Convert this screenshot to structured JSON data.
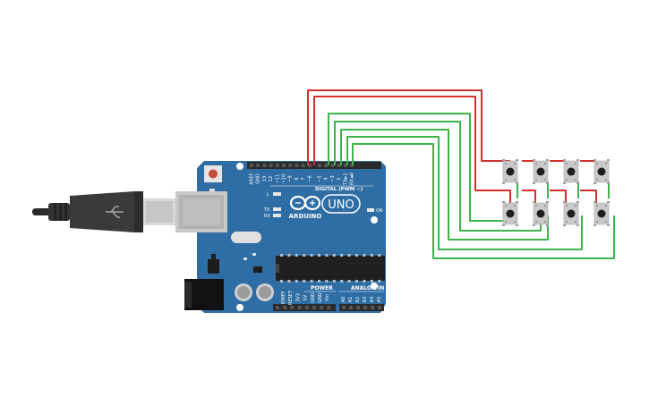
{
  "board": {
    "brand": "ARDUINO",
    "model": "UNO",
    "digital_header_label": "DIGITAL (PWM ~)",
    "power_label": "POWER",
    "analog_label": "ANALOG IN",
    "on_led_label": "ON",
    "led_labels": [
      "L",
      "TX",
      "RX"
    ],
    "digital_pins": [
      "AREF",
      "GND",
      "13",
      "12",
      "~11",
      "~10",
      "~9",
      "8",
      "7",
      "~6",
      "~5",
      "4",
      "~3",
      "2",
      "TX►1",
      "RX◄0"
    ],
    "power_pins": [
      "IOREF",
      "RESET",
      "3V3",
      "5V",
      "GND",
      "GND",
      "Vin"
    ],
    "analog_pins": [
      "A0",
      "A1",
      "A2",
      "A3",
      "A4",
      "A5"
    ],
    "colors": {
      "board": "#2f6ea5",
      "header": "#2b2b2b"
    }
  },
  "keypad": {
    "rows": 2,
    "cols": 4
  },
  "wires": {
    "row_color": "#d32f2f",
    "col_color": "#3db34a"
  }
}
